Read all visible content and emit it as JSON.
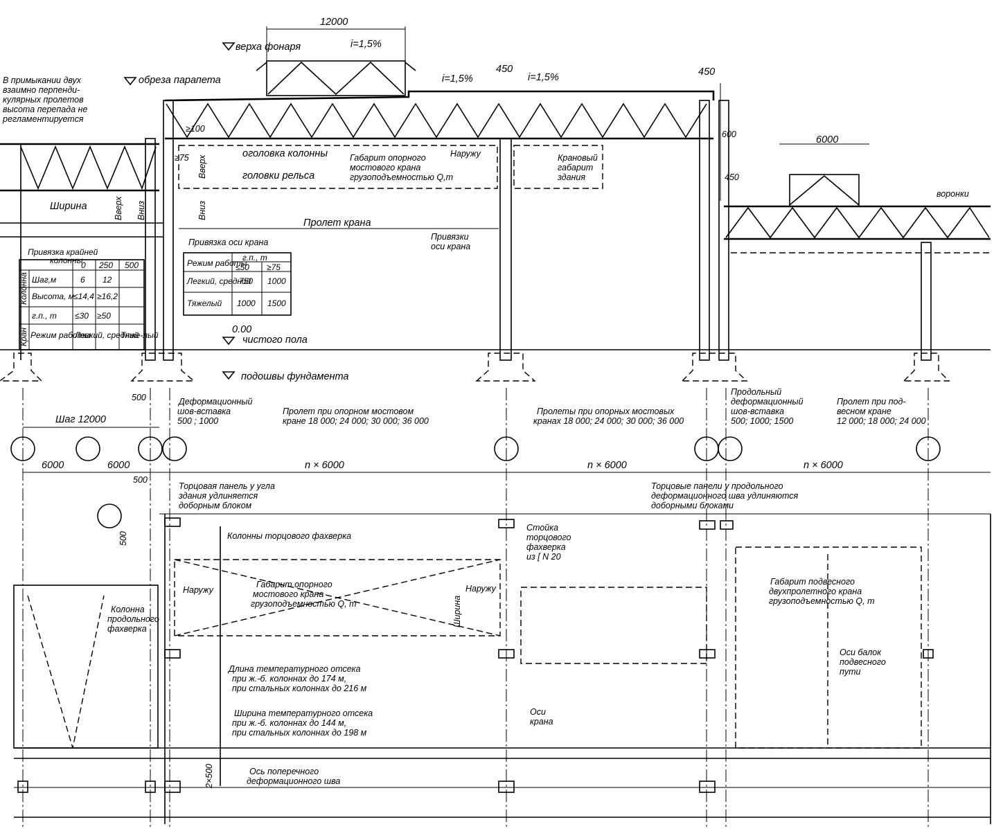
{
  "section": {
    "dims": {
      "lantern_width": "12000",
      "slope_left": "i=1,5%",
      "slope_mid": "i=1,5%",
      "slope_right": "i=1,5%",
      "gap_450_top": "450",
      "gap_450_right": "450",
      "right_lantern": "6000",
      "h_600": "600",
      "h_450": "450",
      "h_100": "≥100",
      "h_75": "≥75",
      "shag": "Шаг 12000",
      "d500": "500",
      "zero": "0.00"
    },
    "levels": {
      "lantern_top": "верха фонаря",
      "parapet": "обреза парапета",
      "column_head": "оголовка колонны",
      "rail_head": "головки рельса",
      "floor": "чистого пола",
      "foundation": "подошвы фундамента"
    },
    "notes": {
      "junction_1": "В примыкании двух",
      "junction_2": "взаимно перпенди-",
      "junction_3": "кулярных пролетов",
      "junction_4": "высота перепада не",
      "junction_5": "регламентируется",
      "width": "Ширина",
      "up": "Вверх",
      "down": "Вниз",
      "crane_span": "Пролет крана",
      "outward": "Наружу",
      "gabarit_1": "Габарит опорного",
      "gabarit_2": "мостового крана",
      "gabarit_3": "грузоподъемностью Q,т",
      "crane_gab_1": "Крановый",
      "crane_gab_2": "габарит",
      "crane_gab_3": "здания",
      "crane_axis_tie": "Привязка оси крана",
      "crane_axes_ties_1": "Привязки",
      "crane_axes_ties_2": "оси крана",
      "funnels": "воронки"
    },
    "tie_table": {
      "title_1": "Привязка крайней",
      "title_2": "колонны",
      "h": [
        "0",
        "250",
        "500"
      ],
      "rows": [
        {
          "group": "Колонна",
          "label": "Шаг,м",
          "a": "6",
          "b": "12",
          "c": ""
        },
        {
          "group": "",
          "label": "Высота, м",
          "a": "≤14,4",
          "b": "≥16,2",
          "c": ""
        },
        {
          "group": "Кран",
          "label": "г.п., т",
          "a": "≤30",
          "b": "≥50",
          "c": ""
        },
        {
          "group": "",
          "label": "Режим работы",
          "a": "Легкий, средний",
          "b": "",
          "c": "Тяже-лый"
        }
      ]
    },
    "mode_table": {
      "h1": "Режим работы",
      "h2": "г.п., т",
      "h3": "≤50",
      "h4": "≥75",
      "rows": [
        {
          "label": "Легкий, средний",
          "a": "750",
          "b": "1000"
        },
        {
          "label": "Тяжелый",
          "a": "1000",
          "b": "1500"
        }
      ]
    }
  },
  "plan": {
    "dims": {
      "d6000a": "6000",
      "d6000b": "6000",
      "n1": "n × 6000",
      "n2": "n × 6000",
      "n3": "n × 6000",
      "d500a": "500",
      "d500b": "500",
      "d2x500": "2×500"
    },
    "labels": {
      "def_joint_1": "Деформационный",
      "def_joint_2": "шов-вставка",
      "def_joint_3": "500 ; 1000",
      "span_1": "Пролет при опорном мостовом",
      "span_2": "кране 18 000; 24 000; 30 000; 36 000",
      "spans_1": "Пролеты при опорных мостовых",
      "spans_2": "кранах 18 000; 24 000; 30 000; 36 000",
      "long_joint_1": "Продольный",
      "long_joint_2": "деформационный",
      "long_joint_3": "шов-вставка",
      "long_joint_4": "500; 1000; 1500",
      "susp_span_1": "Пролет при под-",
      "susp_span_2": "весном кране",
      "susp_span_3": "12 000; 18 000; 24 000",
      "end_panel_1": "Торцовая панель у угла",
      "end_panel_2": "здания удлиняется",
      "end_panel_3": "доборным блоком",
      "end_panels_1": "Торцовые панели у продольного",
      "end_panels_2": "деформационного шва удлиняются",
      "end_panels_3": "доборными блоками",
      "end_frame_cols": "Колонны торцового фахверка",
      "post_1": "Стойка",
      "post_2": "торцового",
      "post_3": "фахверка",
      "post_4": "из [ N 20",
      "outward_1": "Наружу",
      "outward_2": "Наружу",
      "width": "Ширина",
      "gab_1": "Габарит опорного",
      "gab_2": "мостового крана",
      "gab_3": "грузоподъемностью Q, т",
      "long_col_1": "Колонна",
      "long_col_2": "продольного",
      "long_col_3": "фахверка",
      "temp_len_1": "Длина температурного отсека",
      "temp_len_2": "при ж.-б. колоннах до 174 м,",
      "temp_len_3": "при стальных колоннах до 216 м",
      "temp_w_1": "Ширина температурного отсека",
      "temp_w_2": "при ж.-б. колоннах до 144 м,",
      "temp_w_3": "при стальных колоннах до 198 м",
      "crane_axes_1": "Оси",
      "crane_axes_2": "крана",
      "susp_gab_1": "Габарит подвесного",
      "susp_gab_2": "двухпролетного крана",
      "susp_gab_3": "грузоподъемностью Q, т",
      "beam_axes_1": "Оси балок",
      "beam_axes_2": "подвесного",
      "beam_axes_3": "пути",
      "trans_joint_1": "Ось поперечного",
      "trans_joint_2": "деформационного шва"
    }
  }
}
